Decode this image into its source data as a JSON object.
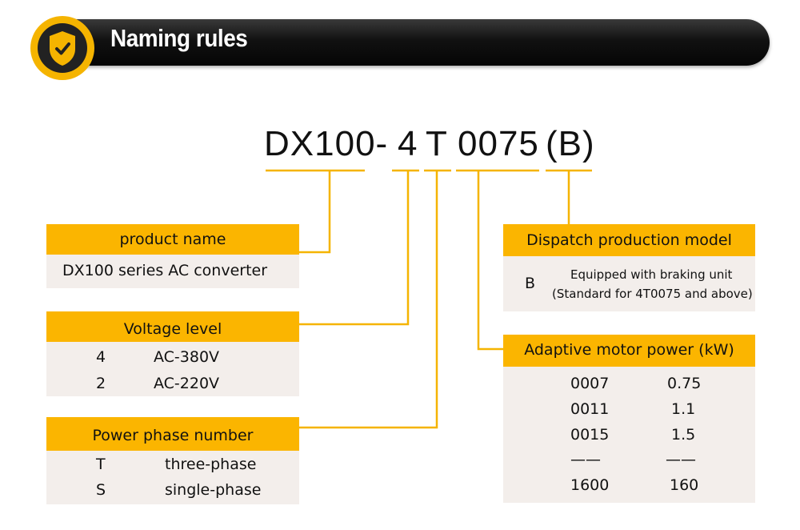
{
  "header": {
    "title": "Naming rules",
    "icon": "shield-check-icon"
  },
  "colors": {
    "accent": "#fbb500",
    "panel": "#f3eeeb",
    "banner": "#111111"
  },
  "model_code": {
    "series": "DX100-",
    "voltage": "4",
    "phase": "T",
    "power": "0075",
    "option": "(B)"
  },
  "product_name": {
    "heading": "product name",
    "value": "DX100 series AC converter"
  },
  "voltage_level": {
    "heading": "Voltage level",
    "rows": [
      {
        "code": "4",
        "value": "AC-380V"
      },
      {
        "code": "2",
        "value": "AC-220V"
      }
    ]
  },
  "power_phase": {
    "heading": "Power phase number",
    "rows": [
      {
        "code": "T",
        "value": "three-phase"
      },
      {
        "code": "S",
        "value": "single-phase"
      }
    ]
  },
  "dispatch": {
    "heading": "Dispatch production model",
    "code": "B",
    "line1": "Equipped with braking unit",
    "line2": "(Standard for 4T0075 and above)"
  },
  "motor_power": {
    "heading": "Adaptive motor power (kW)",
    "rows": [
      {
        "code": "0007",
        "value": "0.75"
      },
      {
        "code": "0011",
        "value": "1.1"
      },
      {
        "code": "0015",
        "value": "1.5"
      },
      {
        "code": "——",
        "value": "——"
      },
      {
        "code": "1600",
        "value": "160"
      }
    ]
  }
}
